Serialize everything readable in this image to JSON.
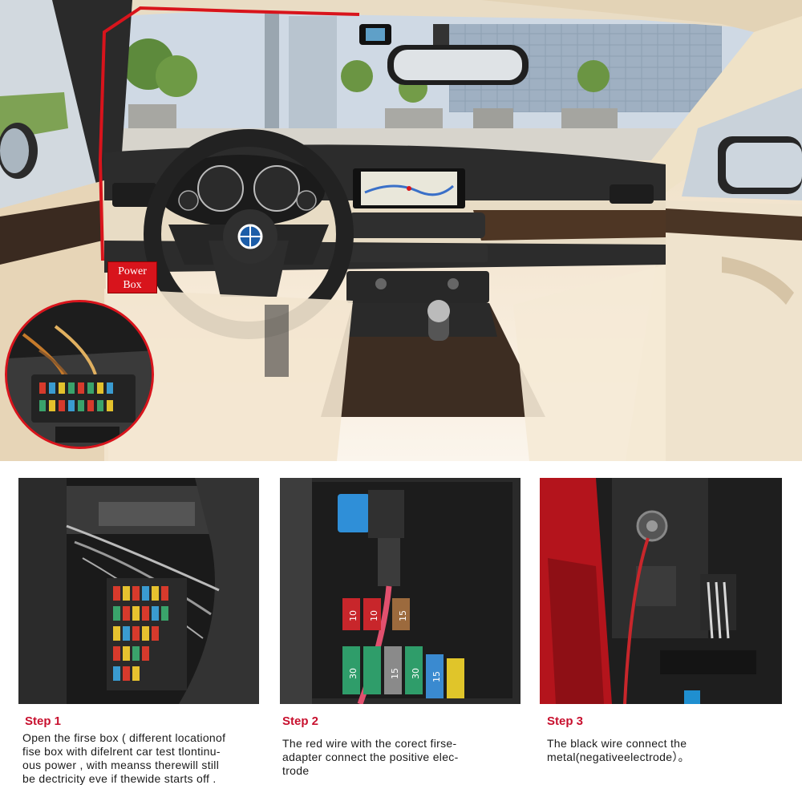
{
  "hero": {
    "power_box_label_line1": "Power",
    "power_box_label_line2": "Box"
  },
  "steps": [
    {
      "title": "Step 1",
      "lines": [
        "Open the firse box ( different locationof",
        "fise box with difelrent car test tlontinu-",
        "ous power , with meanss therewill still",
        "be dectricity eve if thewide starts off ."
      ]
    },
    {
      "title": "Step 2",
      "lines": [
        "The red wire with the corect firse-",
        "adapter connect the positive elec-",
        "trode"
      ]
    },
    {
      "title": "Step 3",
      "lines": [
        "The black wire connect the",
        "metal(negativeelectrode）。"
      ]
    }
  ],
  "fuse_labels": [
    "10",
    "10",
    "15",
    "30",
    "15",
    "30",
    "15"
  ],
  "colors": {
    "accent_red": "#d8141c",
    "step_title": "#c8102e",
    "body_text": "#1a1a1a"
  }
}
